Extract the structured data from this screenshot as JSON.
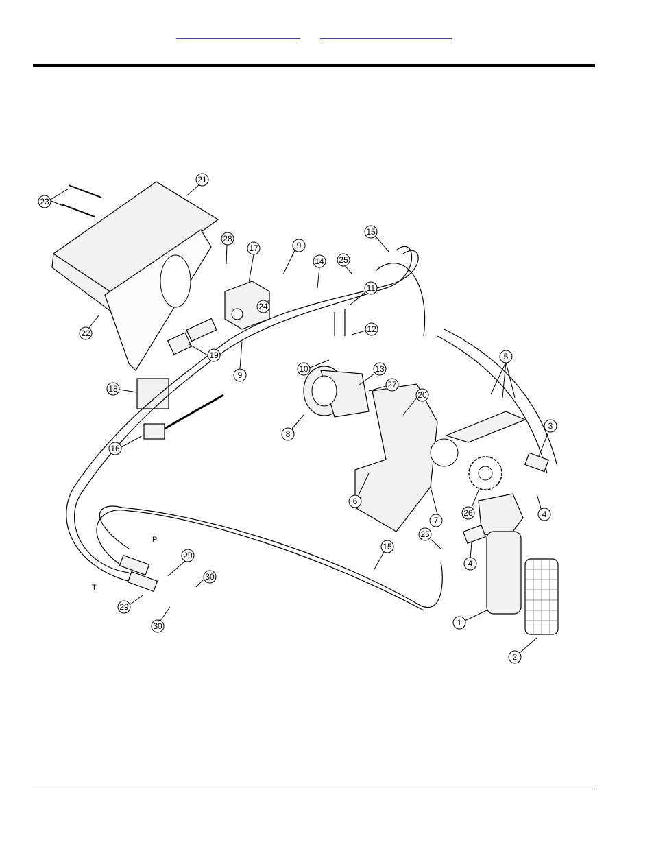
{
  "header": {
    "links": [
      {
        "id": "link-1"
      },
      {
        "id": "link-2"
      }
    ],
    "accent": "#3b3bd6"
  },
  "diagram": {
    "callouts": [
      "1",
      "2",
      "3",
      "4",
      "4",
      "5",
      "6",
      "7",
      "8",
      "9",
      "9",
      "10",
      "11",
      "12",
      "13",
      "14",
      "15",
      "15",
      "16",
      "17",
      "18",
      "19",
      "20",
      "21",
      "22",
      "23",
      "24",
      "25",
      "25",
      "26",
      "27",
      "28",
      "29",
      "29",
      "30",
      "30"
    ],
    "hose_labels": {
      "p": "P",
      "t": "T"
    }
  }
}
